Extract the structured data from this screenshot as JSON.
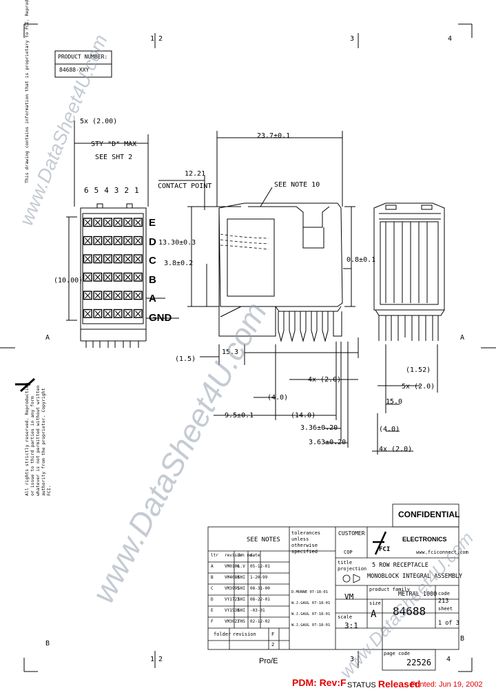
{
  "frame": {
    "top_zones": [
      "1",
      "2",
      "3",
      "4"
    ],
    "side_zones": [
      "A",
      "B"
    ],
    "bottom_zones": [
      "1",
      "2",
      "3",
      "4"
    ]
  },
  "product": {
    "header": "PRODUCT NUMBER:",
    "number": "84688-XXY"
  },
  "legal": {
    "top_left_text": "This drawing contains information that is proprietary to FCI. Reproduction or communication to third parties without written permission is prohibited.",
    "bottom_left_text": "All rights strictly reserved. Reproduction or issue to third parties in any form whatever is not permitted without written authority from the proprietor. Copyright FCI."
  },
  "left_view": {
    "pitch_dim": "5x (2.00)",
    "max_dim": "STY \"D\" MAX",
    "see_sht": "SEE SHT 2",
    "col_numbers": [
      "6",
      "5",
      "4",
      "3",
      "2",
      "1"
    ],
    "row_labels": [
      "E",
      "D",
      "C",
      "B",
      "A",
      "GND"
    ],
    "height_dim": "(10.00)"
  },
  "side_view": {
    "width_dim": "23.7±0.1",
    "dim_12": "12.21",
    "contact_point": "CONTACT POINT",
    "see_note": "SEE NOTE 10",
    "dim_13": "13.30±0.3",
    "dim_38": "3.8±0.2",
    "dim_08": "0.8±0.1",
    "dim_15": "(1.5)",
    "dim_153": "15.3",
    "dim_4x": "4x (2.0)",
    "dim_40": "(4.0)",
    "dim_95": "9.5±0.1",
    "dim_140": "(14.0)",
    "dim_336": "3.36±0.20",
    "dim_363": "3.63±0.20"
  },
  "right_view": {
    "dim_152": "(1.52)",
    "dim_5x": "5x (2.0)",
    "dim_150": "15.0",
    "dim_40": "(4.0)",
    "dim_4x": "4x (2.0)"
  },
  "title_block": {
    "confidential": "CONFIDENTIAL",
    "electronics": "ELECTRONICS",
    "website": "www.fciconnect.com",
    "fci": "FCI",
    "see_notes": "SEE NOTES",
    "tolerances": "tolerances unless otherwise specified",
    "customer": "CUSTOMER",
    "cop": "COP",
    "title_label": "title",
    "title_line1": "5 ROW RECEPTACLE",
    "title_line2": "MONOBLOCK INTEGRAL ASSEMBLY",
    "projection": "projection",
    "product_family_label": "product family",
    "product_family": "METRAL 1000",
    "vm": "VM",
    "size_label": "size",
    "size": "A",
    "product_number": "84688",
    "scale_label": "scale",
    "scale": "3:1",
    "sheet_label": "sheet",
    "sheet": "1 of 3",
    "code": "213",
    "folder": "folder",
    "revision": "revision",
    "rev": "F",
    "rev_values": [
      "F",
      "2"
    ],
    "doc_code_label": "page code",
    "doc_code": "22526",
    "history_header": [
      "ltr",
      "revision no.",
      "dr",
      "date"
    ],
    "history": [
      [
        "A",
        "VM0100",
        "L.V",
        "05-12-01"
      ],
      [
        "B",
        "VM4088",
        "SHI",
        "1-20-99"
      ],
      [
        "C",
        "VM3995",
        "SHI",
        "08-31-00"
      ],
      [
        "D",
        "VY1723",
        "SHI",
        "08-22-01"
      ],
      [
        "E",
        "VY1538",
        "SHI",
        "-03-01"
      ],
      [
        "F",
        "VM3023",
        "THS",
        "02-12-02"
      ]
    ],
    "approvals": [
      "D.MUNNE",
      "W.J.GAUL",
      "W.J.GAUL",
      "W.J.GAUL"
    ],
    "approval_dates": [
      "07-18-01",
      "07-18-01",
      "07-18-01",
      "07-18-01"
    ]
  },
  "footer": {
    "pro_e": "Pro/E",
    "pdm": "PDM: Rev:F",
    "status_label": "STATUS",
    "status_value": "Released",
    "printed": "Printed: Jun 19, 2002"
  },
  "watermark": "www.DataSheet4U.com",
  "colors": {
    "pdm_red": "#e00000",
    "watermark": "#96a0af"
  }
}
